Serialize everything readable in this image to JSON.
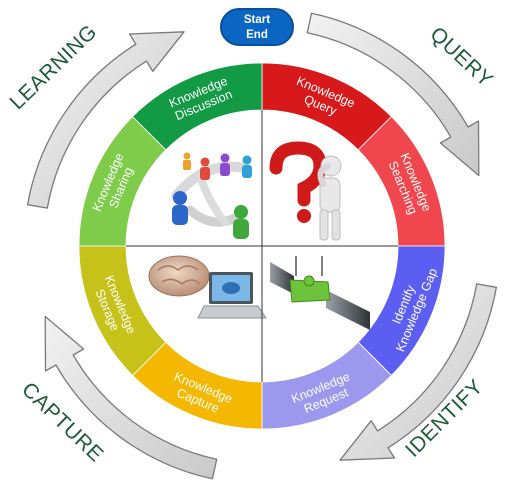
{
  "start_end": {
    "line1": "Start",
    "line2": "End"
  },
  "phases": [
    {
      "id": "learning",
      "label": "LEARNING"
    },
    {
      "id": "query",
      "label": "QUERY"
    },
    {
      "id": "identify",
      "label": "IDENTIFY"
    },
    {
      "id": "capture",
      "label": "CAPTURE"
    }
  ],
  "segments": [
    {
      "id": "knowledge-query",
      "lines": [
        "Knowledge",
        "Query"
      ],
      "color": "#d7191c"
    },
    {
      "id": "knowledge-searching",
      "lines": [
        "Knowledge",
        "Searching"
      ],
      "color": "#f0464d"
    },
    {
      "id": "identify-knowledge-gap",
      "lines": [
        "Identify",
        "Knowledge Gap"
      ],
      "color": "#5b5ef0"
    },
    {
      "id": "knowledge-request",
      "lines": [
        "Knowledge",
        "Request"
      ],
      "color": "#9b98ee"
    },
    {
      "id": "knowledge-capture",
      "lines": [
        "Knowledge",
        "Capture"
      ],
      "color": "#f5b800"
    },
    {
      "id": "knowledge-storage",
      "lines": [
        "Knowledge",
        "Storage"
      ],
      "color": "#c6c21a"
    },
    {
      "id": "knowledge-sharing",
      "lines": [
        "Knowledge",
        "Sharing"
      ],
      "color": "#7fcc4a"
    },
    {
      "id": "knowledge-discussion",
      "lines": [
        "Knowledge",
        "Discussion"
      ],
      "color": "#139a45"
    }
  ],
  "icons": {
    "top_left": "people-network-icon",
    "top_right": "question-mark-person-icon",
    "bottom_left": "brain-laptop-icon",
    "bottom_right": "puzzle-bridge-icon"
  }
}
